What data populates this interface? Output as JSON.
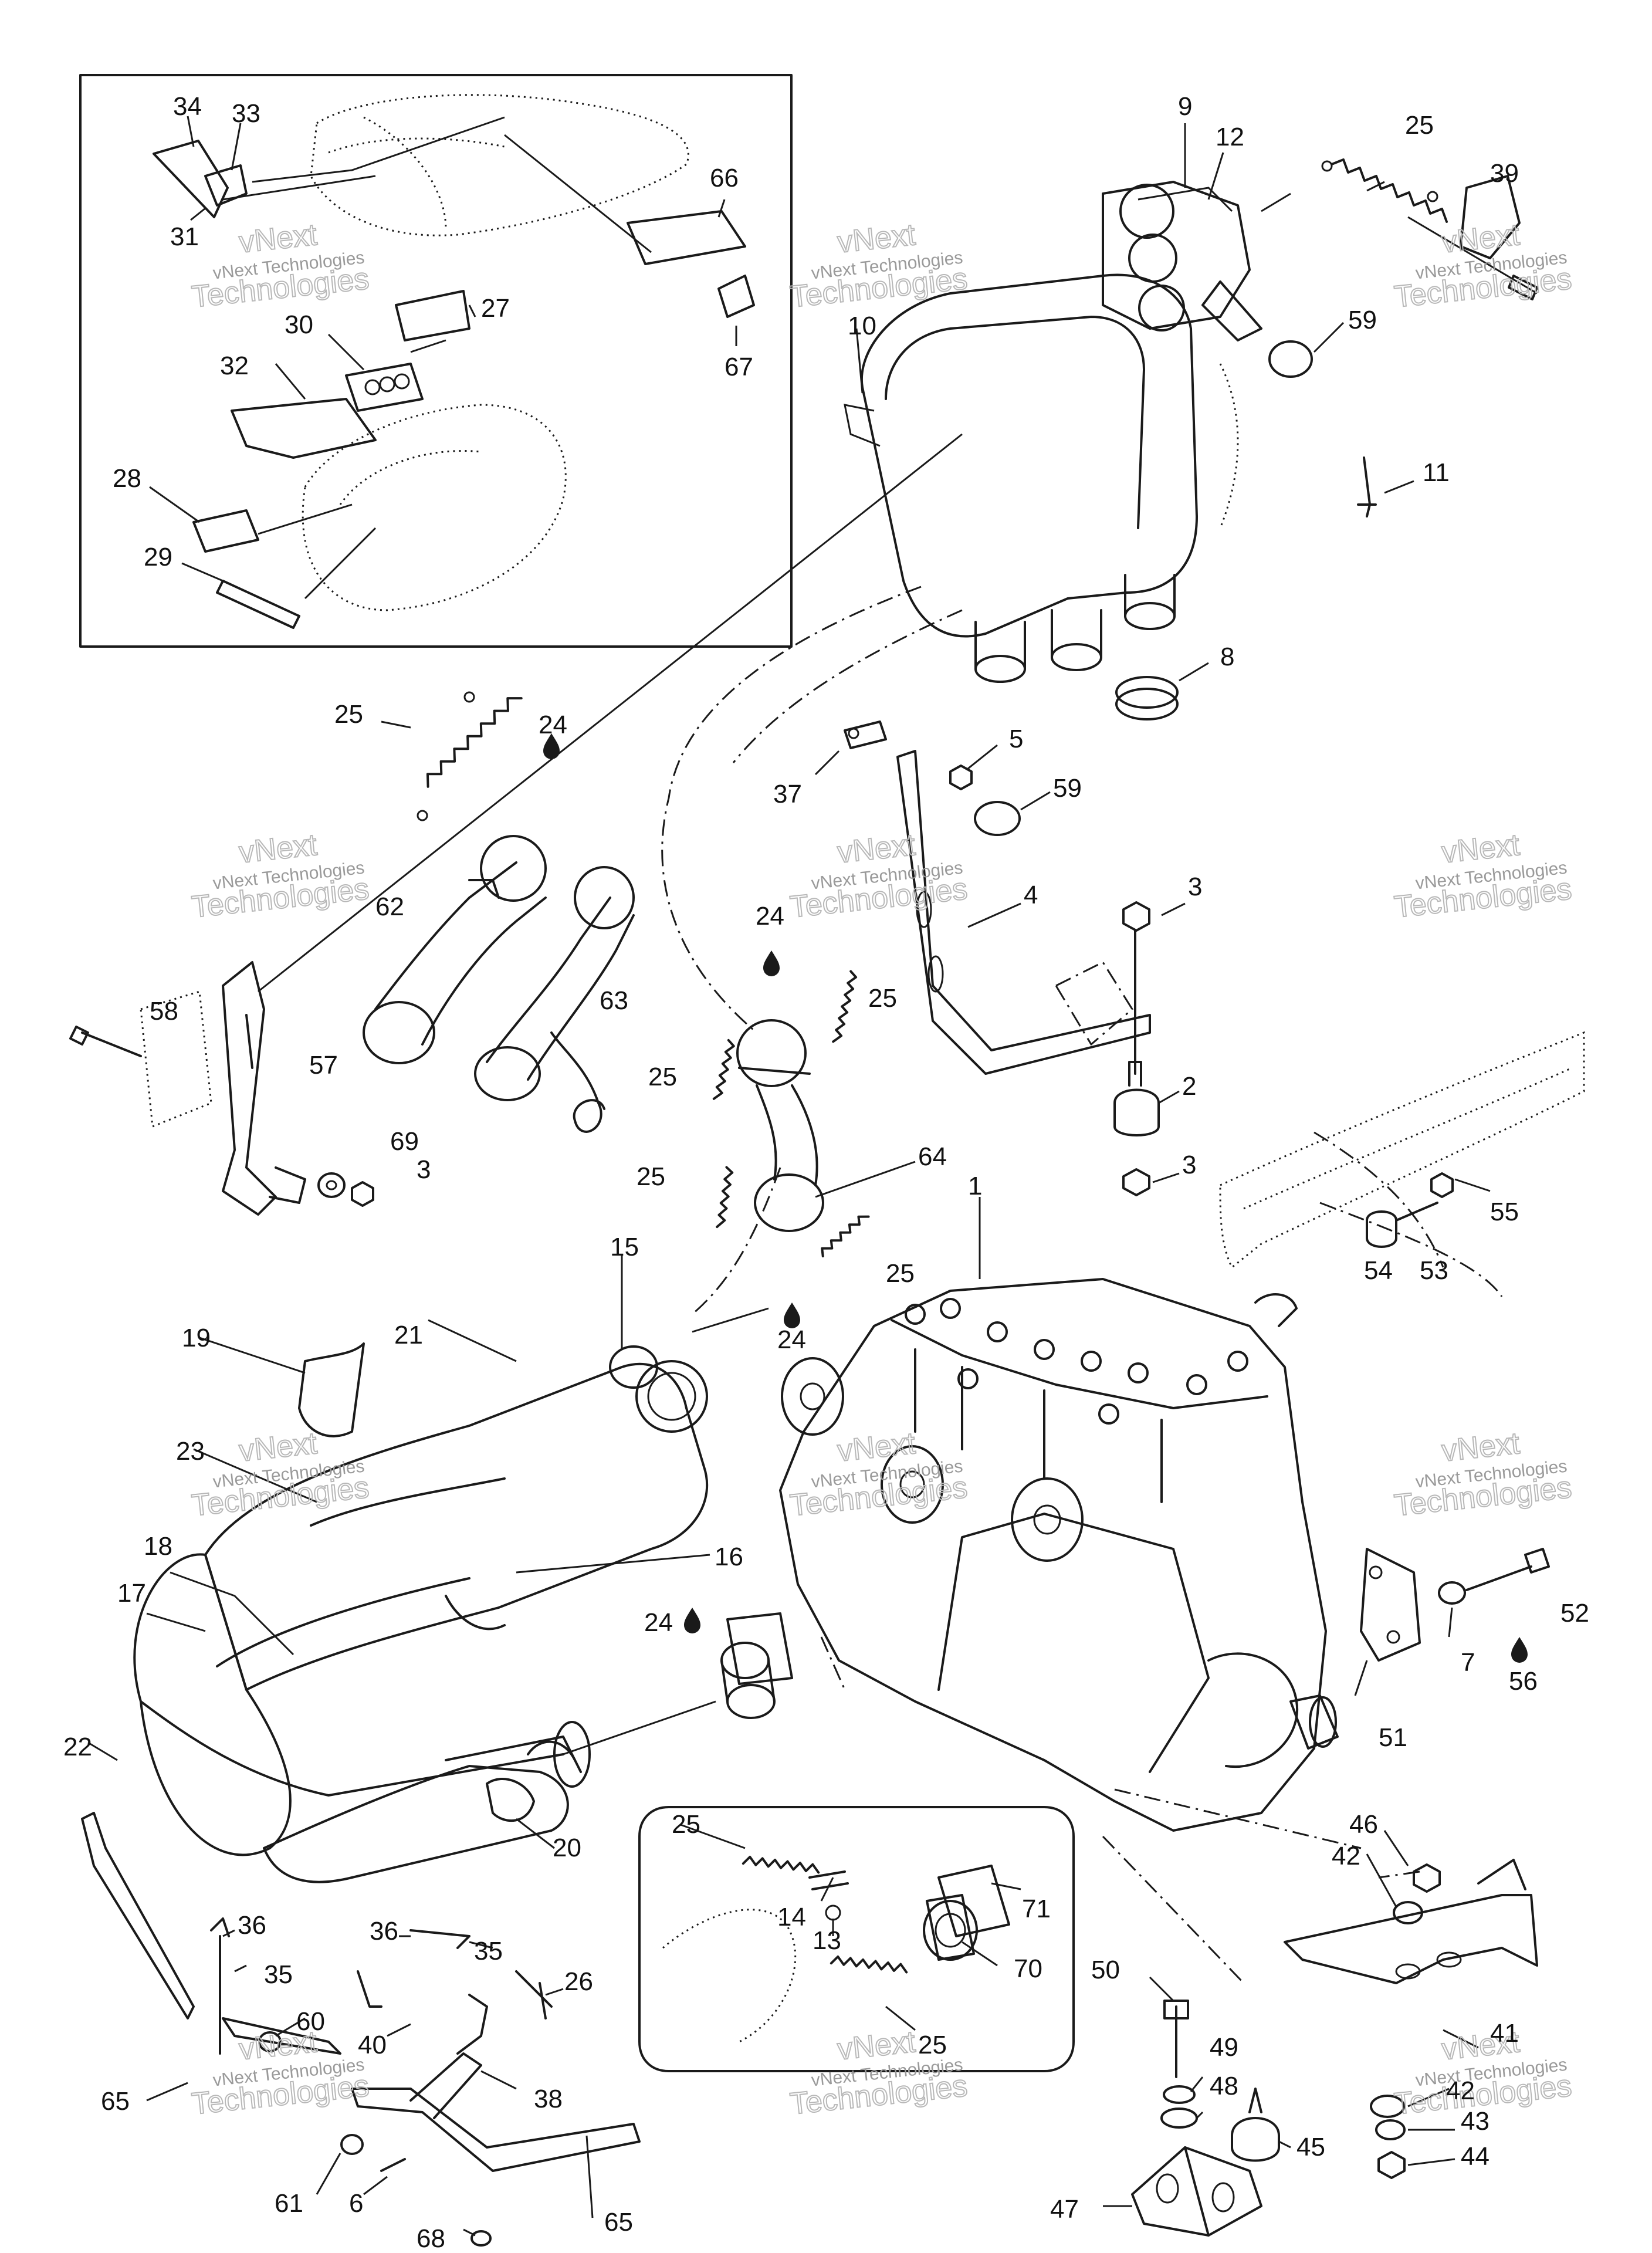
{
  "diagram": {
    "watermark": {
      "line1": "vNext",
      "line2": "vNext Technologies",
      "line3": "Technologies"
    },
    "labels": [
      {
        "id": "34",
        "text": "34"
      },
      {
        "id": "33",
        "text": "33"
      },
      {
        "id": "31",
        "text": "31"
      },
      {
        "id": "66",
        "text": "66"
      },
      {
        "id": "67",
        "text": "67"
      },
      {
        "id": "27",
        "text": "27"
      },
      {
        "id": "30",
        "text": "30"
      },
      {
        "id": "32",
        "text": "32"
      },
      {
        "id": "28",
        "text": "28"
      },
      {
        "id": "29",
        "text": "29"
      },
      {
        "id": "9",
        "text": "9"
      },
      {
        "id": "12",
        "text": "12"
      },
      {
        "id": "25a",
        "text": "25"
      },
      {
        "id": "39",
        "text": "39"
      },
      {
        "id": "10",
        "text": "10"
      },
      {
        "id": "59a",
        "text": "59"
      },
      {
        "id": "11",
        "text": "11"
      },
      {
        "id": "8",
        "text": "8"
      },
      {
        "id": "25b",
        "text": "25"
      },
      {
        "id": "24a",
        "text": "24"
      },
      {
        "id": "62",
        "text": "62"
      },
      {
        "id": "63",
        "text": "63"
      },
      {
        "id": "58",
        "text": "58"
      },
      {
        "id": "57",
        "text": "57"
      },
      {
        "id": "69",
        "text": "69"
      },
      {
        "id": "3a",
        "text": "3"
      },
      {
        "id": "37",
        "text": "37"
      },
      {
        "id": "5",
        "text": "5"
      },
      {
        "id": "59b",
        "text": "59"
      },
      {
        "id": "4",
        "text": "4"
      },
      {
        "id": "24b",
        "text": "24"
      },
      {
        "id": "25c",
        "text": "25"
      },
      {
        "id": "25d",
        "text": "25"
      },
      {
        "id": "64",
        "text": "64"
      },
      {
        "id": "25e",
        "text": "25"
      },
      {
        "id": "25f",
        "text": "25"
      },
      {
        "id": "3b",
        "text": "3"
      },
      {
        "id": "2",
        "text": "2"
      },
      {
        "id": "3c",
        "text": "3"
      },
      {
        "id": "55",
        "text": "55"
      },
      {
        "id": "54",
        "text": "54"
      },
      {
        "id": "53",
        "text": "53"
      },
      {
        "id": "1",
        "text": "1"
      },
      {
        "id": "15",
        "text": "15"
      },
      {
        "id": "19",
        "text": "19"
      },
      {
        "id": "21",
        "text": "21"
      },
      {
        "id": "24c",
        "text": "24"
      },
      {
        "id": "23",
        "text": "23"
      },
      {
        "id": "18",
        "text": "18"
      },
      {
        "id": "17",
        "text": "17"
      },
      {
        "id": "16",
        "text": "16"
      },
      {
        "id": "24d",
        "text": "24"
      },
      {
        "id": "52",
        "text": "52"
      },
      {
        "id": "7",
        "text": "7"
      },
      {
        "id": "56",
        "text": "56"
      },
      {
        "id": "51",
        "text": "51"
      },
      {
        "id": "22",
        "text": "22"
      },
      {
        "id": "20",
        "text": "20"
      },
      {
        "id": "25g",
        "text": "25"
      },
      {
        "id": "71",
        "text": "71"
      },
      {
        "id": "14",
        "text": "14"
      },
      {
        "id": "13",
        "text": "13"
      },
      {
        "id": "70",
        "text": "70"
      },
      {
        "id": "25h",
        "text": "25"
      },
      {
        "id": "46",
        "text": "46"
      },
      {
        "id": "42a",
        "text": "42"
      },
      {
        "id": "36a",
        "text": "36"
      },
      {
        "id": "35a",
        "text": "35"
      },
      {
        "id": "36b",
        "text": "36"
      },
      {
        "id": "35b",
        "text": "35"
      },
      {
        "id": "26",
        "text": "26"
      },
      {
        "id": "60",
        "text": "60"
      },
      {
        "id": "65a",
        "text": "65"
      },
      {
        "id": "40",
        "text": "40"
      },
      {
        "id": "38",
        "text": "38"
      },
      {
        "id": "50",
        "text": "50"
      },
      {
        "id": "49",
        "text": "49"
      },
      {
        "id": "48",
        "text": "48"
      },
      {
        "id": "41",
        "text": "41"
      },
      {
        "id": "42b",
        "text": "42"
      },
      {
        "id": "43",
        "text": "43"
      },
      {
        "id": "44",
        "text": "44"
      },
      {
        "id": "45",
        "text": "45"
      },
      {
        "id": "61",
        "text": "61"
      },
      {
        "id": "6",
        "text": "6"
      },
      {
        "id": "65b",
        "text": "65"
      },
      {
        "id": "68",
        "text": "68"
      },
      {
        "id": "47",
        "text": "47"
      }
    ]
  }
}
